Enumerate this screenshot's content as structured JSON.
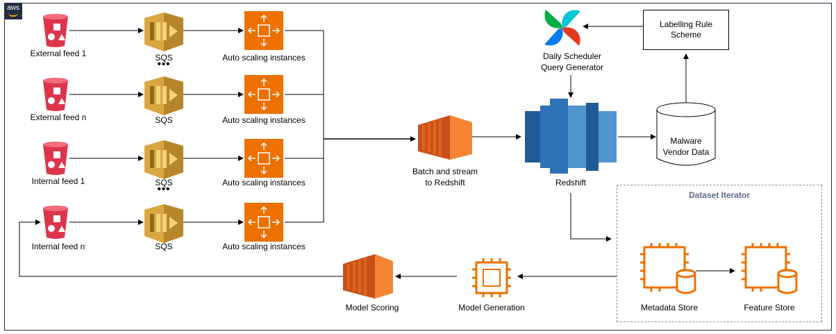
{
  "badge": {
    "text": "aws"
  },
  "sources": [
    {
      "label": "External feed 1"
    },
    {
      "label": "External feed n"
    },
    {
      "label": "Internal feed 1"
    },
    {
      "label": "Internal feed n"
    }
  ],
  "queues": [
    {
      "label": "SQS"
    },
    {
      "label": "SQS"
    },
    {
      "label": "SQS"
    },
    {
      "label": "SQS"
    }
  ],
  "scalers": [
    {
      "label": "Auto scaling instances"
    },
    {
      "label": "Auto scaling instances"
    },
    {
      "label": "Auto scaling instances"
    },
    {
      "label": "Auto scaling instances"
    }
  ],
  "ellipsis": "•••",
  "batch": {
    "line1": "Batch and stream",
    "line2": "to Redshift"
  },
  "redshift": {
    "label": "Redshift"
  },
  "scheduler": {
    "line1": "Daily Scheduler",
    "line2": "Query Generator"
  },
  "labelling": {
    "line1": "Labelling Rule",
    "line2": "Scheme"
  },
  "malware": {
    "line1": "Malware",
    "line2": "Vendor Data"
  },
  "dataset_iterator": {
    "title": "Dataset Iterator",
    "metadata_store": "Metadata Store",
    "feature_store": "Feature Store"
  },
  "model_generation": {
    "label": "Model Generation"
  },
  "model_scoring": {
    "label": "Model Scoring"
  },
  "colors": {
    "bucket": "#dd344c",
    "sqs_light": "#d9a741",
    "sqs_dark": "#b7862a",
    "ec2": "#ed7100",
    "ec2_light": "#f58534",
    "redshift_dark": "#205b98",
    "redshift_mid": "#2e73b8",
    "redshift_light": "#5294cf"
  }
}
